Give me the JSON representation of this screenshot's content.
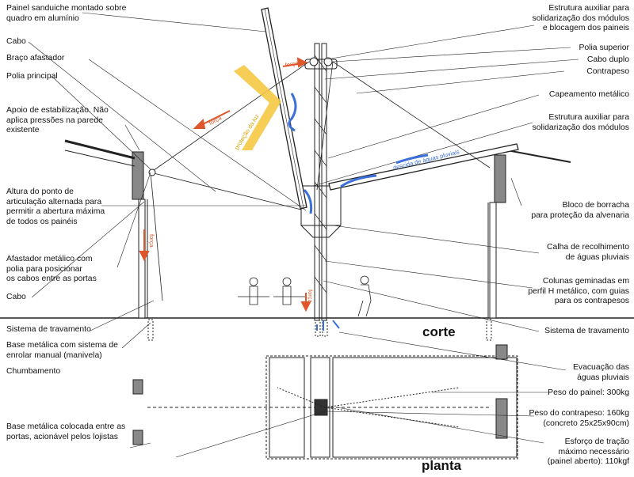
{
  "left_labels": [
    "Painel sanduiche montado sobre\nquadro em alumínio",
    "Cabo",
    "Braço afastador",
    "Polia principal",
    "Apoio de estabilização. Não\naplica pressões na parede\nexistente",
    "Altura do ponto de\narticulação alternada para\npermitir a abertura máxima\nde todos os painéis",
    "Afastador metálico com\npolia para posicionar\nos cabos entre as portas",
    "Cabo",
    "Sistema de travamento",
    "Base metálica com sistema de\nenrolar manual (manivela)",
    "Chumbamento",
    "Base metálica colocada entre as\nportas, acionável pelos lojistas"
  ],
  "right_labels": [
    "Estrutura auxiliar para\nsolidarização dos módulos\ne blocagem dos paineis",
    "Polia superior",
    "Cabo duplo",
    "Contrapeso",
    "Capeamento metálico",
    "Estrutura auxiliar para\nsolidarização dos módulos",
    "Bloco de borracha\npara proteção da alvenaria",
    "Calha de recolhimento\nde águas pluviais",
    "Colunas geminadas em\nperfil H metálico, com guias\npara os contrapesos",
    "Sistema de travamento",
    "Evacuação das\náguas pluviais",
    "Peso do painel: 300kg",
    "Peso do contrapeso: 160kg\n(concreto 25x25x90cm)",
    "Esforço de tração\nmáximo necessário\n(painel aberto): 110kgf"
  ],
  "titles": {
    "section": "corte",
    "plan": "planta"
  },
  "annotations": {
    "force": "força",
    "sun": "proteção da luz",
    "rain": "descida de águas pluviais"
  },
  "colors": {
    "force": "#e0562b",
    "sun": "#f5c842",
    "water": "#3b6fd9",
    "line": "#222222"
  }
}
